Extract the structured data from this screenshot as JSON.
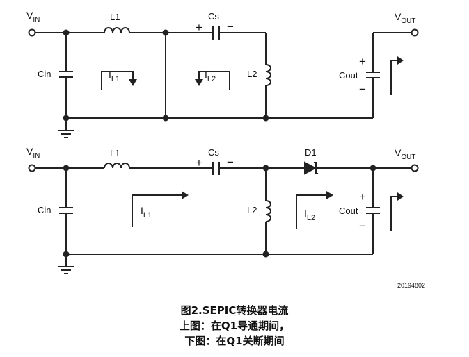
{
  "top": {
    "vin_main": "V",
    "vin_sub": "IN",
    "vout_main": "V",
    "vout_sub": "OUT",
    "l1": "L1",
    "cs": "Cs",
    "cs_plus": "+",
    "cs_minus": "−",
    "cin": "Cin",
    "l2": "L2",
    "cout": "Cout",
    "cout_plus": "+",
    "cout_minus": "−",
    "il1_main": "I",
    "il1_sub": "L1",
    "il2_main": "I",
    "il2_sub": "L2"
  },
  "bottom": {
    "vin_main": "V",
    "vin_sub": "IN",
    "vout_main": "V",
    "vout_sub": "OUT",
    "l1": "L1",
    "cs": "Cs",
    "cs_plus": "+",
    "cs_minus": "−",
    "d1": "D1",
    "cin": "Cin",
    "l2": "L2",
    "cout": "Cout",
    "cout_plus": "+",
    "cout_minus": "−",
    "il1_main": "I",
    "il1_sub": "L1",
    "il2_main": "I",
    "il2_sub": "L2"
  },
  "figure_id": "20194802",
  "caption": {
    "line1": "图2.SEPIC转换器电流",
    "line2": "上图：在Q1导通期间，",
    "line3": "下图：在Q1关断期间"
  }
}
